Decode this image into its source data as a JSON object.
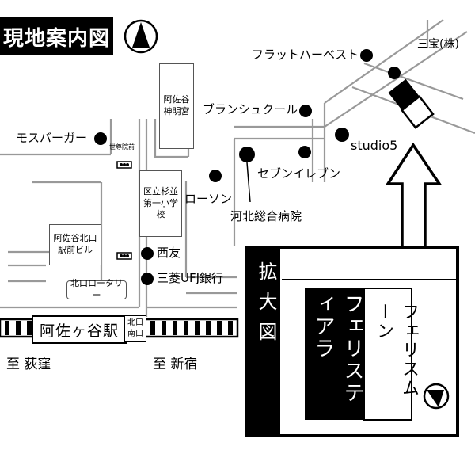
{
  "title": "現地案内図",
  "landmarks": {
    "flat_harvest": "フラットハーベスト",
    "mitakara": "三宝(株)",
    "mos_burger": "モスバーガー",
    "brancscool": "ブランシュクール",
    "studio5": "studio5",
    "seven_eleven": "セブンイレブン",
    "lawson": "ローソン",
    "kahoku_hospital": "河北総合病院",
    "seiyu": "西友",
    "mufg": "三菱UFJ銀行",
    "shinmeigu": "阿佐谷神明宮",
    "school": "区立杉並第一小学校",
    "station_building": "阿佐谷北口駅前ビル",
    "rotary": "北口ロータリー",
    "station": "阿佐ヶ谷駅",
    "north_south_exit": "北口南口",
    "to_ogikubo": "至 荻窪",
    "to_shinjuku": "至 新宿",
    "crossing": "世尊院前"
  },
  "inset": {
    "label": "拡大図",
    "building1": "フェリスティアラ",
    "building2": "フェリスムーン"
  },
  "colors": {
    "ink": "#000000",
    "road": "#999999",
    "paper": "#ffffff"
  }
}
